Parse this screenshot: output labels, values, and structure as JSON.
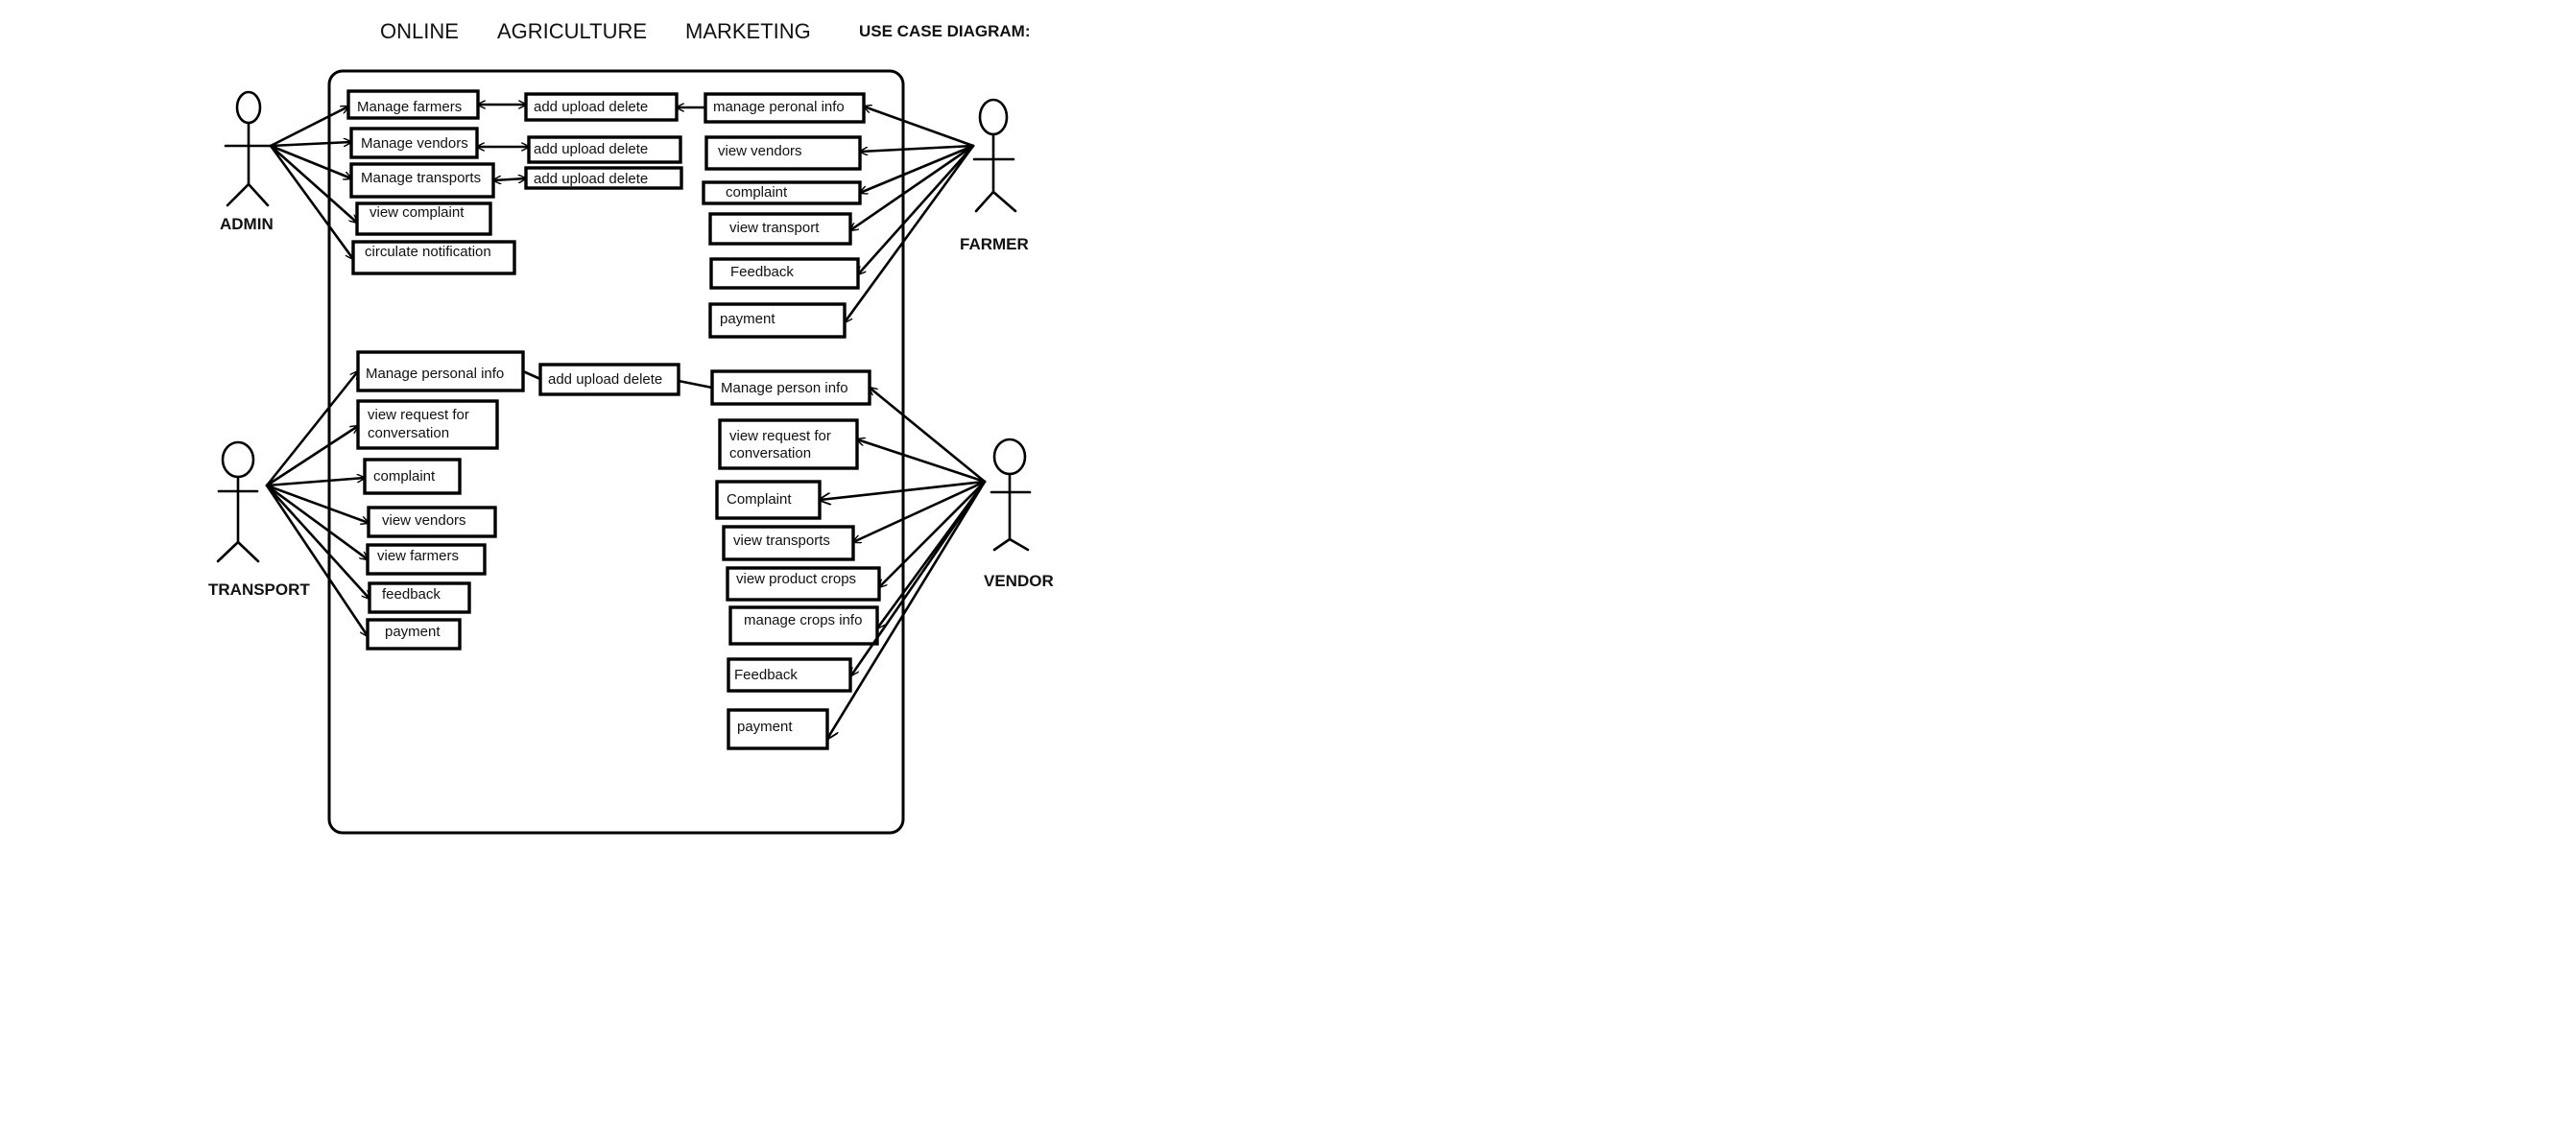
{
  "title": {
    "words": [
      "ONLINE",
      "AGRICULTURE",
      "MARKETING"
    ],
    "diagram_label": "USE CASE DIAGRAM:"
  },
  "actors": {
    "admin": "ADMIN",
    "farmer": "FARMER",
    "transport": "TRANSPORT",
    "vendor": "VENDOR"
  },
  "use_cases": {
    "admin": [
      "Manage farmers",
      "Manage vendors",
      "Manage transports",
      "view complaint",
      "circulate notification"
    ],
    "admin_crud": [
      "add   upload  delete",
      "add    upload  delete",
      "add   upload  delete"
    ],
    "farmer": [
      "manage peronal info",
      "view vendors",
      "complaint",
      "view transport",
      "Feedback",
      "payment"
    ],
    "transport": [
      "Manage personal info",
      "view request for",
      "conversation",
      "complaint",
      "view vendors",
      "view farmers",
      "feedback",
      "payment"
    ],
    "shared_crud": "add  upload  delete",
    "vendor": [
      "Manage person info",
      "view request for",
      "conversation",
      "Complaint",
      "view transports",
      "view product crops",
      "manage crops info",
      "Feedback",
      "payment"
    ]
  }
}
